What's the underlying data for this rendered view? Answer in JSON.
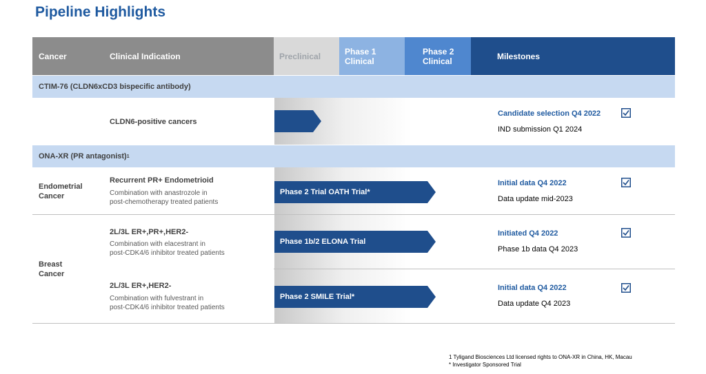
{
  "title": "Pipeline Highlights",
  "header": {
    "cancer": "Cancer",
    "indication": "Clinical Indication",
    "preclinical": "Preclinical",
    "phase1": [
      "Phase 1",
      "Clinical"
    ],
    "phase2": [
      "Phase 2",
      "Clinical"
    ],
    "milestones": "Milestones"
  },
  "programs": [
    {
      "name": "CTIM-76 (CLDN6xCD3 bispecific antibody)",
      "rows": [
        {
          "cancer": "",
          "indication": "CLDN6-positive cancers",
          "detail": [
            "",
            ""
          ],
          "arrow_label": "",
          "progress_fraction": 0.24,
          "milestone_1": "Candidate selection Q4 2022",
          "milestone_2": "IND submission Q1 2024",
          "completed": true
        }
      ]
    },
    {
      "name": "ONA-XR (PR antagonist)",
      "superscript": "1",
      "rows": [
        {
          "cancer": [
            "Endometrial",
            "Cancer"
          ],
          "indication": "Recurrent PR+ Endometrioid",
          "detail": [
            "Combination with anastrozole in",
            "post-chemotherapy treated patients"
          ],
          "arrow_label": "Phase 2 Trial OATH Trial*",
          "progress_fraction": 0.82,
          "milestone_1": "Initial data Q4 2022",
          "milestone_2": "Data update mid-2023",
          "completed": true
        },
        {
          "cancer": [
            "Breast",
            "Cancer"
          ],
          "indication": "2L/3L ER+,PR+,HER2-",
          "detail": [
            "Combination with elacestrant in",
            "post-CDK4/6 inhibitor treated patients"
          ],
          "arrow_label": "Phase 1b/2  ELONA Trial",
          "progress_fraction": 0.82,
          "milestone_1": "Initiated Q4 2022",
          "milestone_2": "Phase 1b data Q4 2023",
          "completed": true
        },
        {
          "cancer": "",
          "indication": "2L/3L ER+,HER2-",
          "detail": [
            "Combination with fulvestrant in",
            "post-CDK4/6 inhibitor treated patients"
          ],
          "arrow_label": "Phase 2 SMILE Trial*",
          "progress_fraction": 0.82,
          "milestone_1": "Initial data Q4 2022",
          "milestone_2": "Data update Q4 2023",
          "completed": true
        }
      ]
    }
  ],
  "footnotes": [
    "1 Tyligand Biosciences Ltd licensed rights to ONA-XR in China, HK, Macau",
    "* Investigator Sponsored Trial"
  ],
  "colors": {
    "title": "#1f5aa0",
    "arrow": "#1f4e8c",
    "band": "#c6d9f1",
    "header_grey": "#8c8c8c",
    "phase1": "#8db3e2",
    "phase2": "#4f87cf",
    "milestones": "#1f4e8c"
  },
  "icons": {
    "checkbox": "checked-box-icon"
  }
}
